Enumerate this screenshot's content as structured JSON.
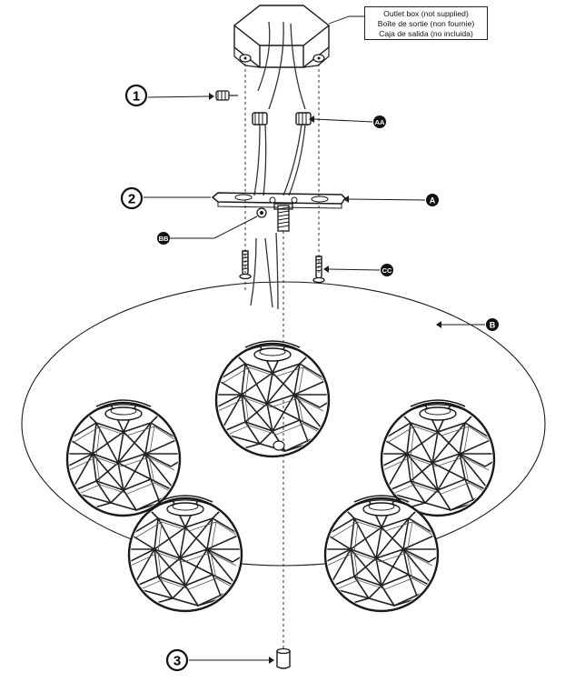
{
  "callout": {
    "line1": "Outlet box (not supplied)",
    "line2": "Boîte de sortie (non fournie)",
    "line3": "Caja de salida (no incluida)"
  },
  "steps": [
    "1",
    "2",
    "3"
  ],
  "parts": [
    "AA",
    "A",
    "BB",
    "CC",
    "B"
  ],
  "colors": {
    "line": "#1a1a1a",
    "badge": "#111111",
    "background": "#ffffff"
  }
}
